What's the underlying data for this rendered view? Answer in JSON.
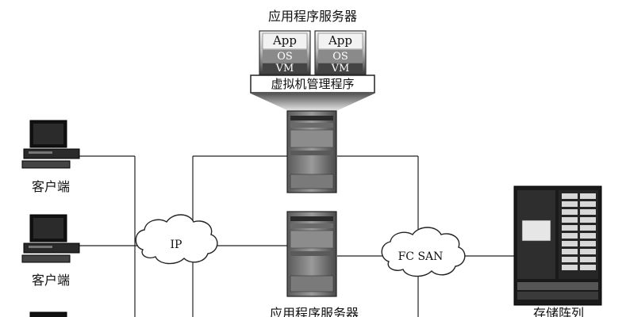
{
  "top_server": {
    "title": "应用程序服务器",
    "vms": [
      {
        "app": "App",
        "os": "OS",
        "vm": "VM"
      },
      {
        "app": "App",
        "os": "OS",
        "vm": "VM"
      }
    ],
    "hypervisor": "虚拟机管理程序"
  },
  "bottom_server": {
    "title": "应用程序服务器"
  },
  "clients": [
    {
      "label": "客户端"
    },
    {
      "label": "客户端"
    },
    {
      "label": ""
    }
  ],
  "networks": {
    "ip": "IP",
    "san": "FC SAN"
  },
  "storage": {
    "label": "存储阵列"
  }
}
